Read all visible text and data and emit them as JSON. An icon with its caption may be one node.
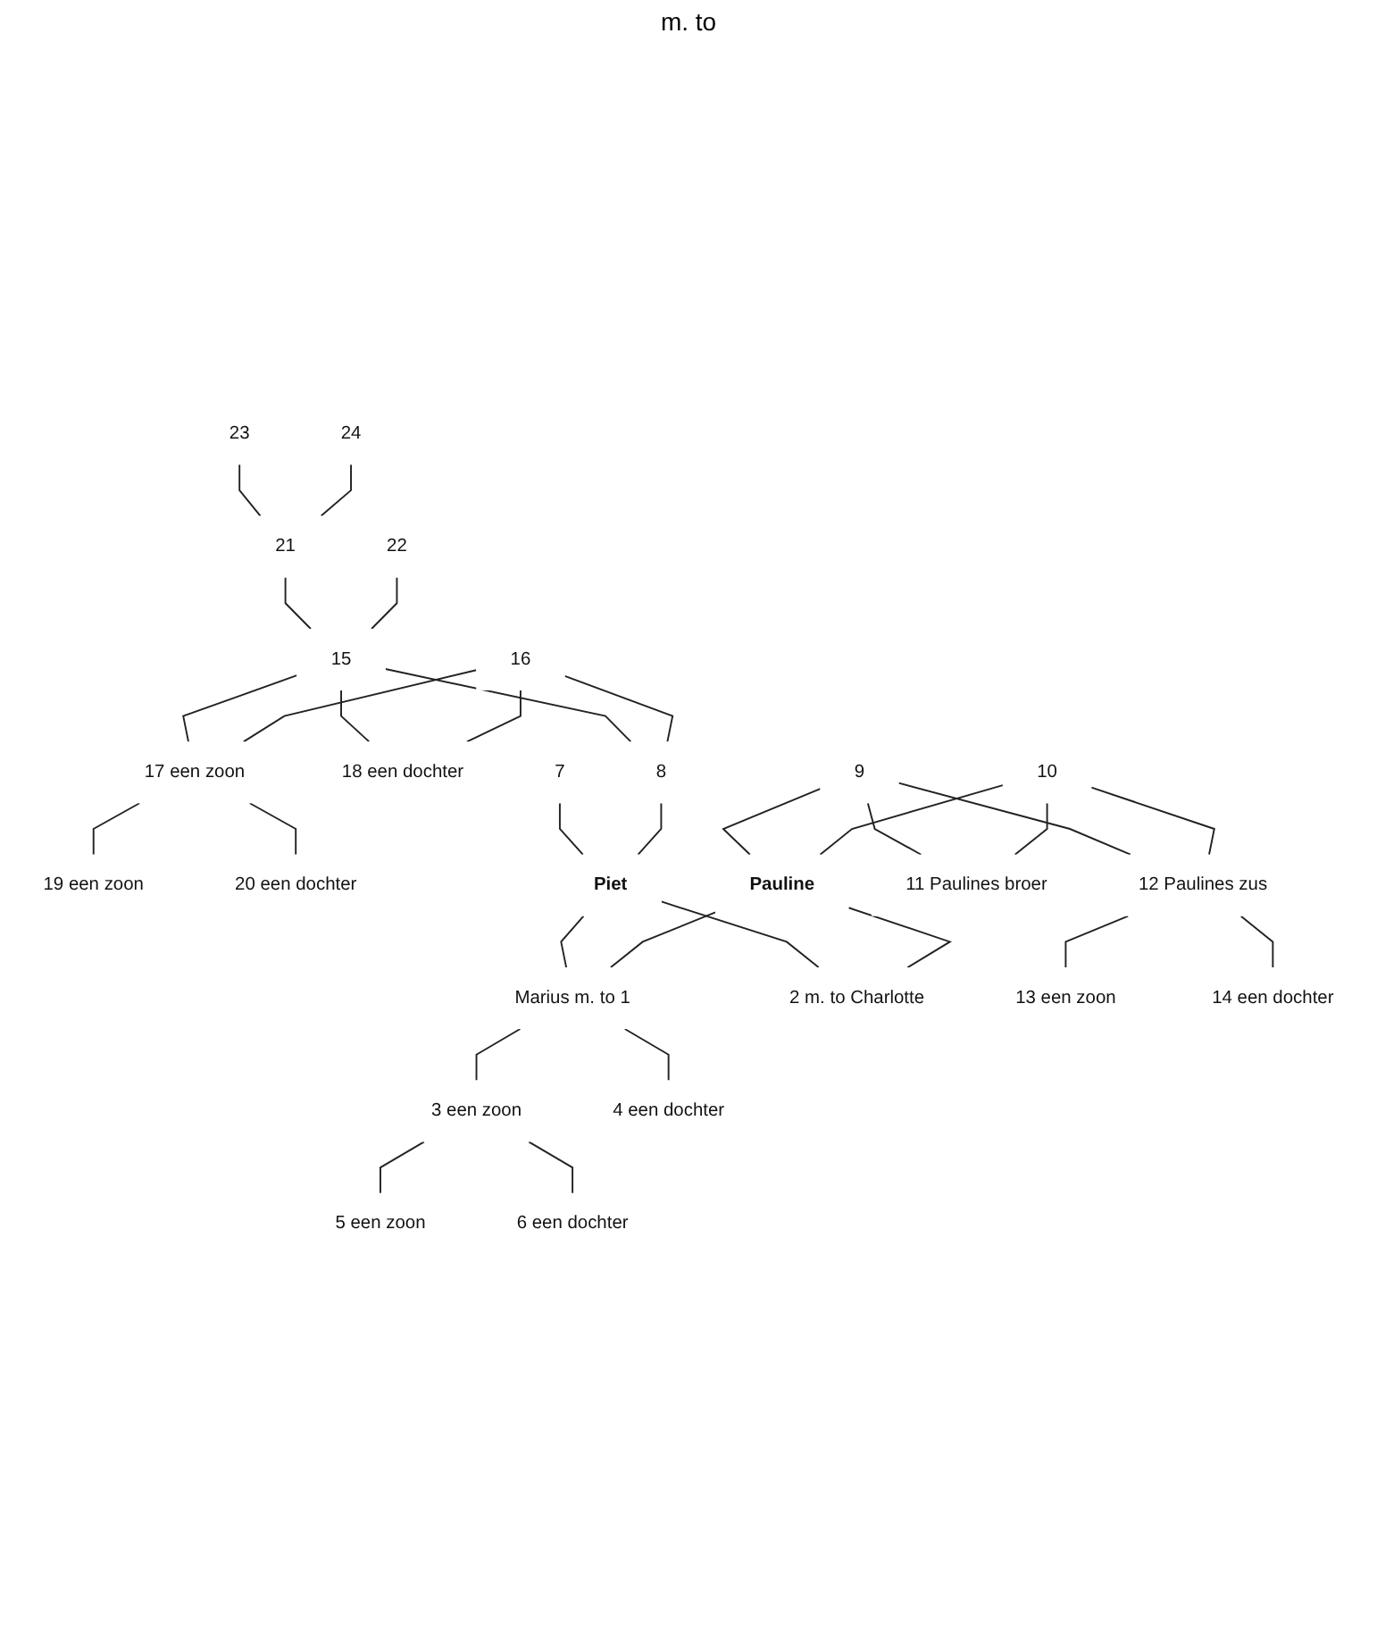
{
  "diagram": {
    "nodes": [
      {
        "text": [
          "23"
        ]
      },
      {
        "text": [
          "24"
        ]
      },
      {
        "text": [
          "21"
        ]
      },
      {
        "text": [
          "22"
        ]
      },
      {
        "text": [
          "15"
        ]
      },
      {
        "text": [
          "16"
        ]
      },
      {
        "text": [
          "17 een zoon"
        ]
      },
      {
        "text": [
          "18 een dochter"
        ]
      },
      {
        "text": [
          "7"
        ]
      },
      {
        "text": [
          "8"
        ]
      },
      {
        "text": [
          "9"
        ]
      },
      {
        "text": [
          "10"
        ]
      },
      {
        "text": [
          "19 een zoon"
        ]
      },
      {
        "text": [
          "20 een dochter"
        ]
      },
      {
        "text": [
          "Piet"
        ]
      },
      {
        "text": [
          "Pauline"
        ]
      },
      {
        "text": [
          "11 Paulines broer"
        ]
      },
      {
        "text": [
          "12 Paulines zus"
        ]
      },
      {
        "text": [
          "Marius m. to 1"
        ]
      },
      {
        "text": [
          "2 m. to Charlotte"
        ]
      },
      {
        "text": [
          "13 een zoon"
        ]
      },
      {
        "text": [
          "14 een dochter"
        ]
      },
      {
        "text": [
          "3 een zoon"
        ]
      },
      {
        "text": [
          "4 een dochter"
        ]
      },
      {
        "text": [
          "5 een zoon"
        ]
      },
      {
        "text": [
          "6 een dochter"
        ]
      }
    ],
    "edges": [
      {
        "from": 0,
        "to": 2,
        "arrow": "none"
      },
      {
        "from": 1,
        "to": 2,
        "arrow": "none"
      },
      {
        "from": 2,
        "to": 4,
        "arrow": "none"
      },
      {
        "from": 3,
        "to": 4,
        "arrow": "none"
      },
      {
        "from": 4,
        "to": 6,
        "arrow": "none"
      },
      {
        "from": 5,
        "to": 6,
        "arrow": "none"
      },
      {
        "from": 4,
        "to": 9,
        "arrow": "none"
      },
      {
        "from": 5,
        "to": 9,
        "arrow": "none"
      },
      {
        "from": 4,
        "to": 7,
        "arrow": "none"
      },
      {
        "from": 5,
        "to": 7,
        "arrow": "none"
      },
      {
        "from": 6,
        "to": 12,
        "arrow": "none"
      },
      {
        "from": 6,
        "to": 13,
        "arrow": "none"
      },
      {
        "from": 8,
        "to": 14,
        "arrow": "none"
      },
      {
        "from": 9,
        "to": 14,
        "arrow": "none"
      },
      {
        "from": 10,
        "to": 15,
        "arrow": "none"
      },
      {
        "from": 11,
        "to": 15,
        "arrow": "none"
      },
      {
        "from": 10,
        "to": 16,
        "arrow": "none"
      },
      {
        "from": 11,
        "to": 16,
        "arrow": "none"
      },
      {
        "from": 10,
        "to": 17,
        "arrow": "none"
      },
      {
        "from": 11,
        "to": 17,
        "arrow": "none"
      },
      {
        "from": 14,
        "to": 18,
        "arrow": "none"
      },
      {
        "from": 15,
        "to": 18,
        "arrow": "none"
      },
      {
        "from": 14,
        "to": 19,
        "arrow": "none"
      },
      {
        "from": 15,
        "to": 19,
        "arrow": "none"
      },
      {
        "from": 17,
        "to": 20,
        "arrow": "none"
      },
      {
        "from": 17,
        "to": 21,
        "arrow": "none"
      },
      {
        "from": 18,
        "to": 22,
        "arrow": "none"
      },
      {
        "from": 18,
        "to": 23,
        "arrow": "none"
      },
      {
        "from": 22,
        "to": 24,
        "arrow": "none"
      },
      {
        "from": 22,
        "to": 25,
        "arrow": "none"
      }
    ],
    "labels": [
      "m. to"
    ]
  }
}
